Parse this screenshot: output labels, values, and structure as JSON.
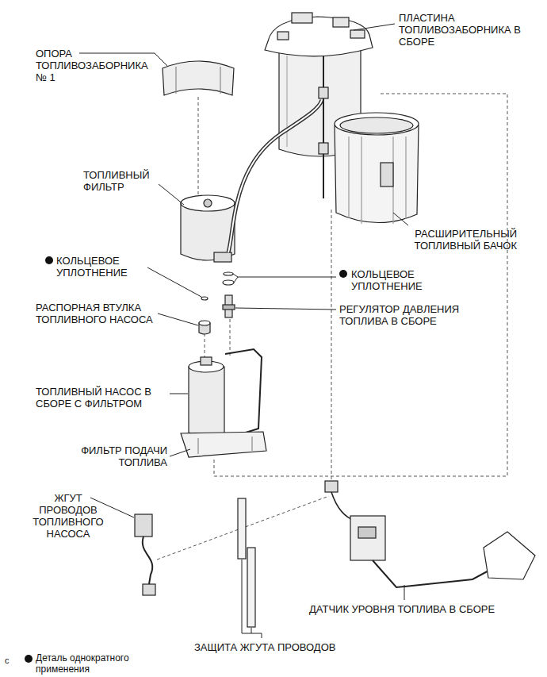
{
  "diagram": {
    "labels": [
      "ПЛАСТИНА ТОПЛИВОЗАБОРНИКА В СБОРЕ",
      "ОПОРА ТОПЛИВОЗАБОРНИКА № 1",
      "ТОПЛИВНЫЙ ФИЛЬТР",
      "РАСШИРИТЕЛЬНЫЙ ТОПЛИВНЫЙ БАЧОК",
      "КОЛЬЦЕВОЕ УПЛОТНЕНИЕ",
      "КОЛЬЦЕВОЕ УПЛОТНЕНИЕ",
      "РАСПОРНАЯ ВТУЛКА ТОПЛИВНОГО НАСОСА",
      "РЕГУЛЯТОР ДАВЛЕНИЯ ТОПЛИВА В СБОРЕ",
      "ТОПЛИВНЫЙ НАСОС В СБОРЕ С ФИЛЬТРОМ",
      "ФИЛЬТР ПОДАЧИ ТОПЛИВА",
      "ЖГУТ ПРОВОДОВ ТОПЛИВНОГО НАСОСА",
      "ДАТЧИК УРОВНЯ ТОПЛИВА В СБОРЕ",
      "ЗАЩИТА ЖГУТА ПРОВОДОВ",
      "с"
    ],
    "legend": [
      {
        "text": "Деталь однократного применения"
      }
    ]
  }
}
